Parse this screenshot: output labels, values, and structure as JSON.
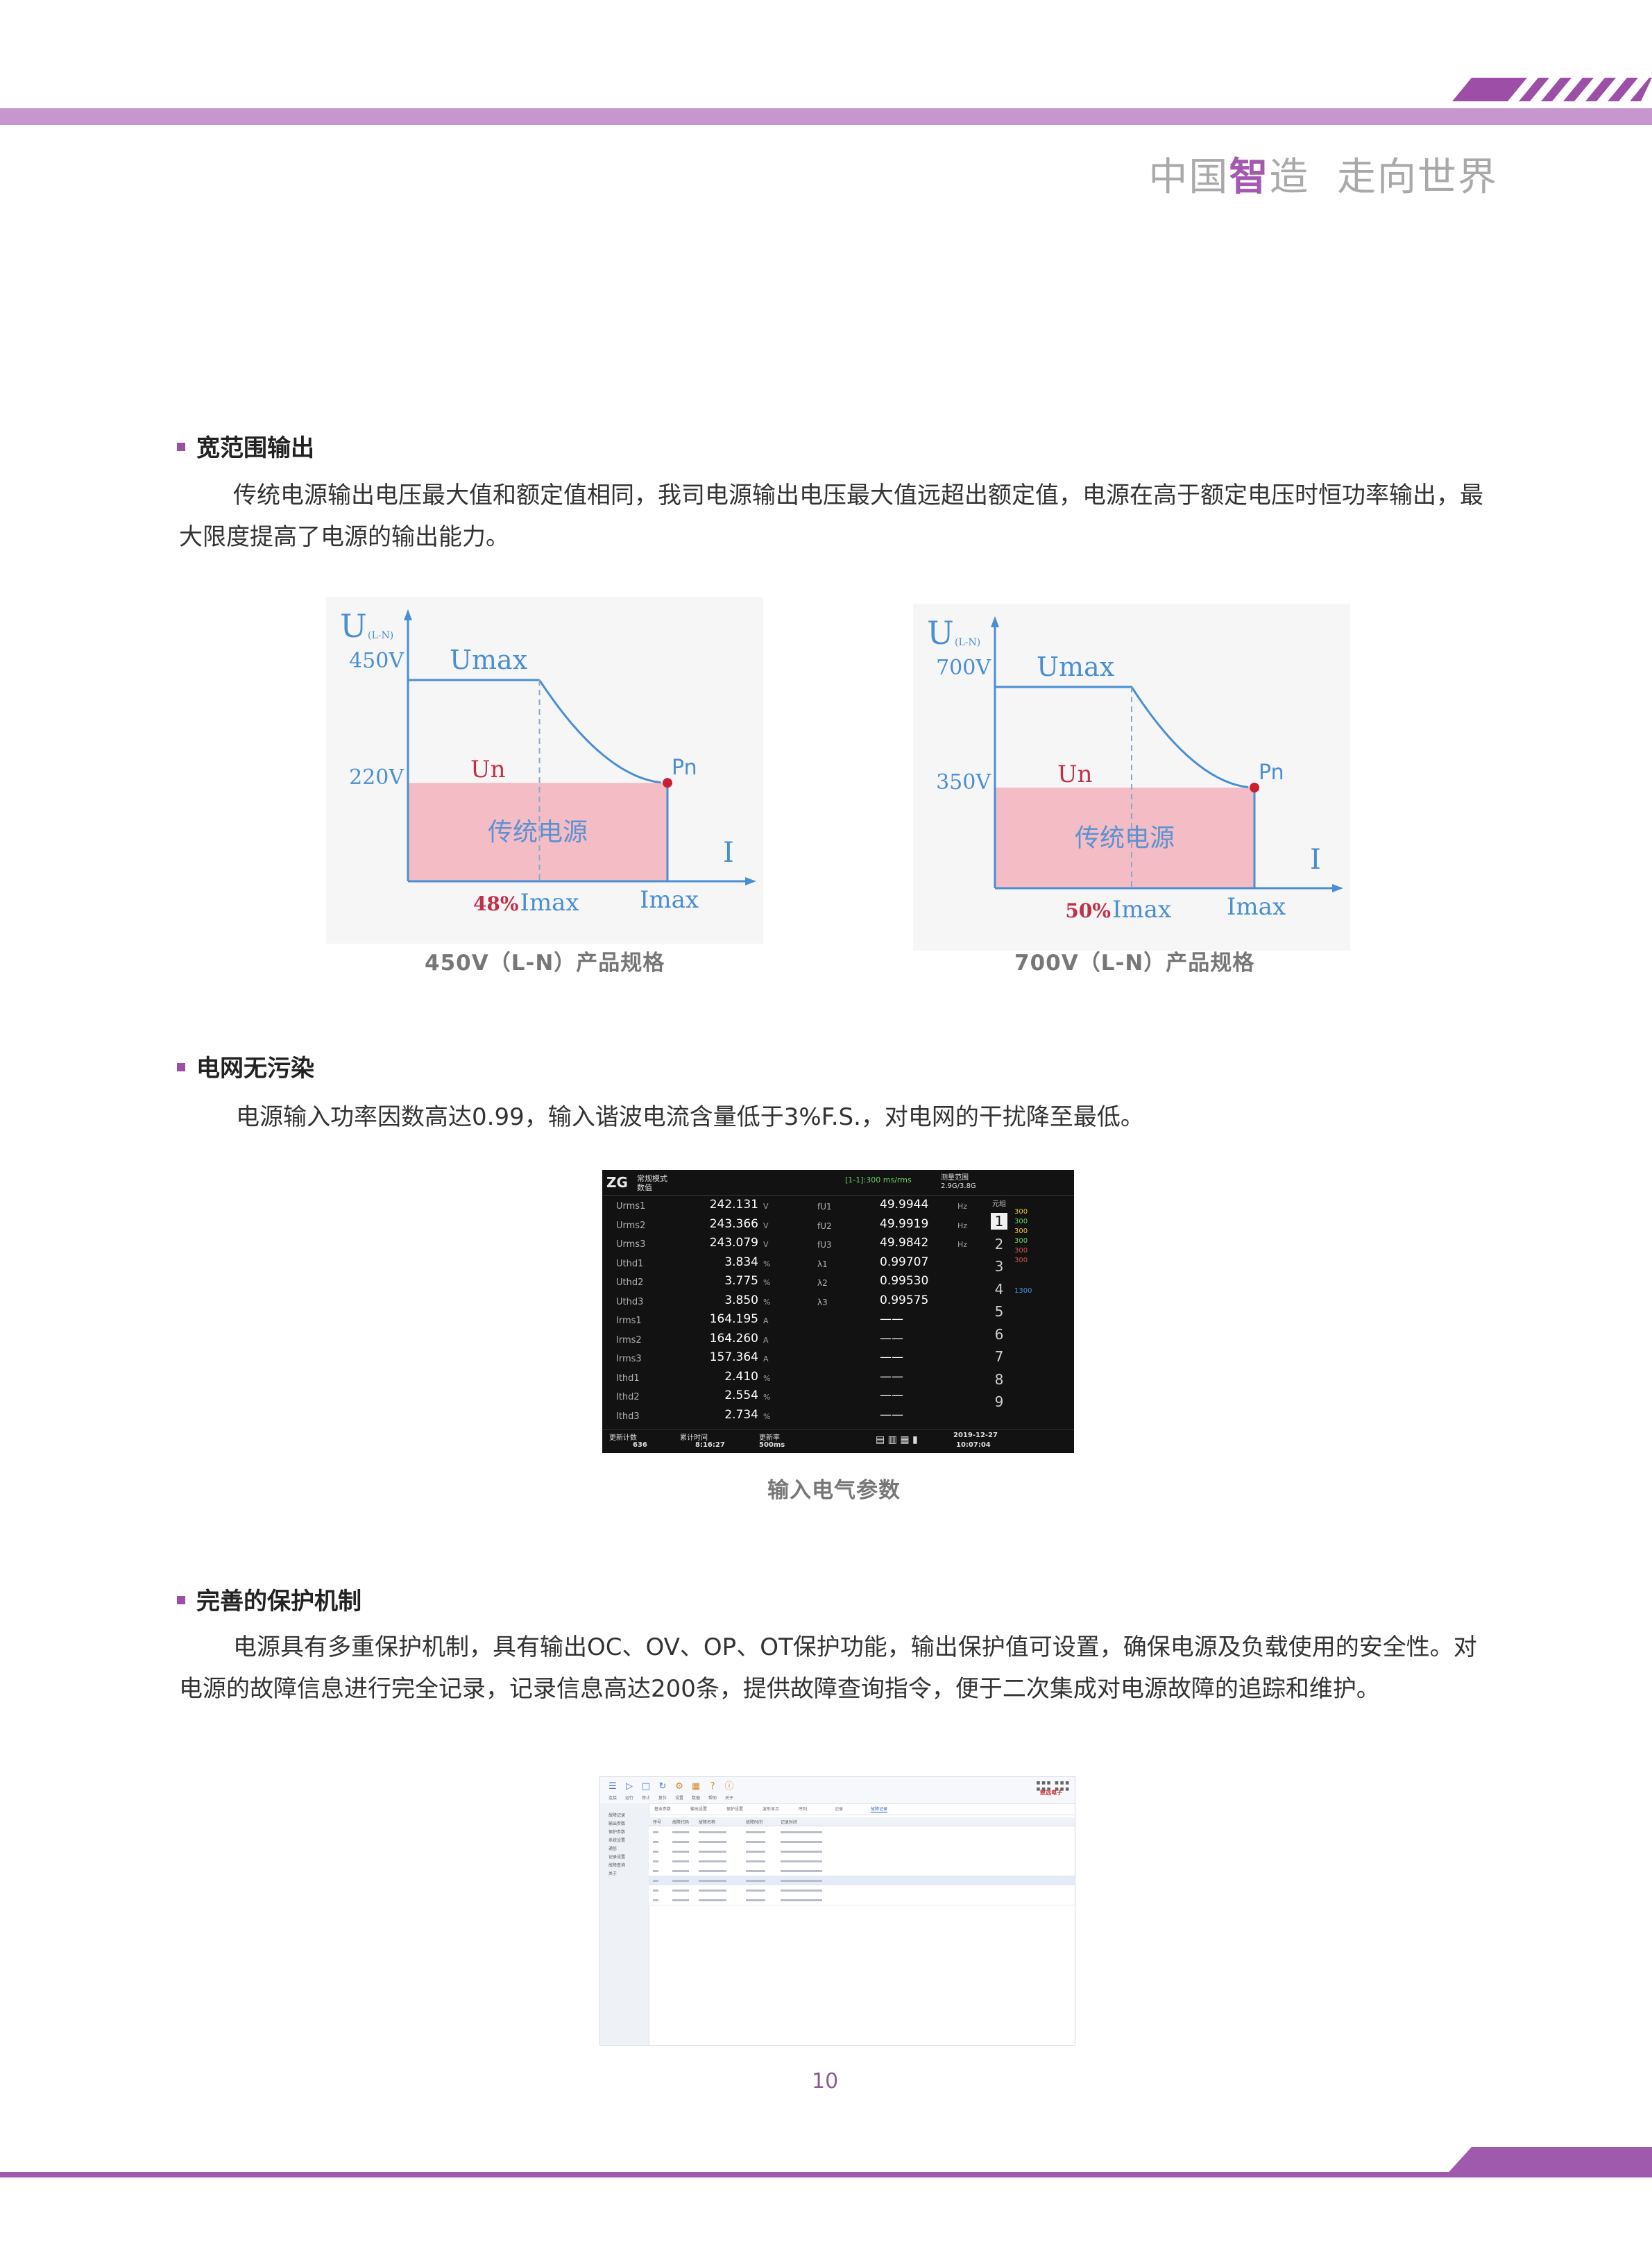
{
  "header": {
    "slogan_part1": "中国",
    "slogan_accent": "智",
    "slogan_part2": "造",
    "slogan_part3": "走向世界"
  },
  "section1": {
    "title": "宽范围输出",
    "paragraph": "传统电源输出电压最大值和额定值相同，我司电源输出电压最大值远超出额定值，电源在高于额定电压时恒功率输出，最大限度提高了电源的输出能力。"
  },
  "chart_data": [
    {
      "type": "area",
      "caption": "450V（L-N）产品规格",
      "y_axis_label": "U",
      "y_axis_sub": "(L-N)",
      "x_axis_label": "I",
      "y_ticks": [
        "450V",
        "220V"
      ],
      "umax_label": "Umax",
      "un_label": "Un",
      "pn_label": "Pn",
      "region_label": "传统电源",
      "x_marks": [
        {
          "pct": "48%",
          "text": "Imax"
        },
        {
          "text": "Imax"
        }
      ],
      "umax_value": 450,
      "un_value": 220,
      "knee_ratio": 0.48
    },
    {
      "type": "area",
      "caption": "700V（L-N）产品规格",
      "y_axis_label": "U",
      "y_axis_sub": "(L-N)",
      "x_axis_label": "I",
      "y_ticks": [
        "700V",
        "350V"
      ],
      "umax_label": "Umax",
      "un_label": "Un",
      "pn_label": "Pn",
      "region_label": "传统电源",
      "x_marks": [
        {
          "pct": "50%",
          "text": "Imax"
        },
        {
          "text": "Imax"
        }
      ],
      "umax_value": 700,
      "un_value": 350,
      "knee_ratio": 0.5
    }
  ],
  "section2": {
    "title": "电网无污染",
    "paragraph": "电源输入功率因数高达0.99，输入谐波电流含量低于3%F.S.，对电网的干扰降至最低。",
    "caption": "输入电气参数"
  },
  "meter": {
    "logo": "ZG",
    "mode_label_1": "常规模式",
    "mode_label_2": "数值",
    "time_text": "[1-1]:300 ms/rms",
    "range_text_1": "测量范围",
    "range_text_2": "2.9G/3.8G",
    "rows": [
      {
        "name": "Urms1",
        "value": "242.131",
        "unit": "V",
        "name2": "fU1",
        "value2": "49.9944",
        "unit2": "Hz"
      },
      {
        "name": "Urms2",
        "value": "243.366",
        "unit": "V",
        "name2": "fU2",
        "value2": "49.9919",
        "unit2": "Hz"
      },
      {
        "name": "Urms3",
        "value": "243.079",
        "unit": "V",
        "name2": "fU3",
        "value2": "49.9842",
        "unit2": "Hz"
      },
      {
        "name": "Uthd1",
        "value": "3.834",
        "unit": "%",
        "name2": "λ1",
        "value2": "0.99707",
        "unit2": ""
      },
      {
        "name": "Uthd2",
        "value": "3.775",
        "unit": "%",
        "name2": "λ2",
        "value2": "0.99530",
        "unit2": ""
      },
      {
        "name": "Uthd3",
        "value": "3.850",
        "unit": "%",
        "name2": "λ3",
        "value2": "0.99575",
        "unit2": ""
      },
      {
        "name": "Irms1",
        "value": "164.195",
        "unit": "A",
        "name2": "",
        "value2": "——",
        "unit2": ""
      },
      {
        "name": "Irms2",
        "value": "164.260",
        "unit": "A",
        "name2": "",
        "value2": "——",
        "unit2": ""
      },
      {
        "name": "Irms3",
        "value": "157.364",
        "unit": "A",
        "name2": "",
        "value2": "——",
        "unit2": ""
      },
      {
        "name": "Ithd1",
        "value": "2.410",
        "unit": "%",
        "name2": "",
        "value2": "——",
        "unit2": ""
      },
      {
        "name": "Ithd2",
        "value": "2.554",
        "unit": "%",
        "name2": "",
        "value2": "——",
        "unit2": ""
      },
      {
        "name": "Ithd3",
        "value": "2.734",
        "unit": "%",
        "name2": "",
        "value2": "——",
        "unit2": ""
      }
    ],
    "channel_title": "元组",
    "channels": [
      "1",
      "2",
      "3",
      "4",
      "5",
      "6",
      "7",
      "8",
      "9"
    ],
    "selected_channel": "1",
    "side_values": [
      "300",
      "300",
      "300",
      "300",
      "300",
      "300"
    ],
    "side_blue": "1300",
    "footer_left_label": "更新计数",
    "footer_left_value": "636",
    "footer_mid_label": "累计时间",
    "footer_mid_value": "8:16:27",
    "footer_rate_label": "更新率",
    "footer_rate_value": "500ms",
    "footer_date": "2019-12-27",
    "footer_time": "10:07:04"
  },
  "section3": {
    "title": "完善的保护机制",
    "paragraph": "电源具有多重保护机制，具有输出OC、OV、OP、OT保护功能，输出保护值可设置，确保电源及负载使用的安全性。对电源的故障信息进行完全记录，记录信息高达200条，提供故障查询指令，便于二次集成对电源故障的追踪和维护。"
  },
  "software": {
    "toolbar": [
      "连接",
      "运行",
      "停止",
      "复位",
      "设置",
      "数据",
      "帮助",
      "关于"
    ],
    "brand": "致远电子",
    "tabs": [
      "基本参数",
      "输出设置",
      "保护设置",
      "波形显示",
      "序列",
      "记录",
      "故障记录"
    ],
    "active_tab": "故障记录",
    "left_items": [
      "故障记录",
      "输出参数",
      "保护参数",
      "系统设置",
      "通信",
      "记录设置",
      "故障查询",
      "关于"
    ],
    "columns": [
      "序号",
      "故障代码",
      "故障名称",
      "故障时间",
      "记录时间"
    ],
    "row_count": 8
  },
  "page_number": "10"
}
